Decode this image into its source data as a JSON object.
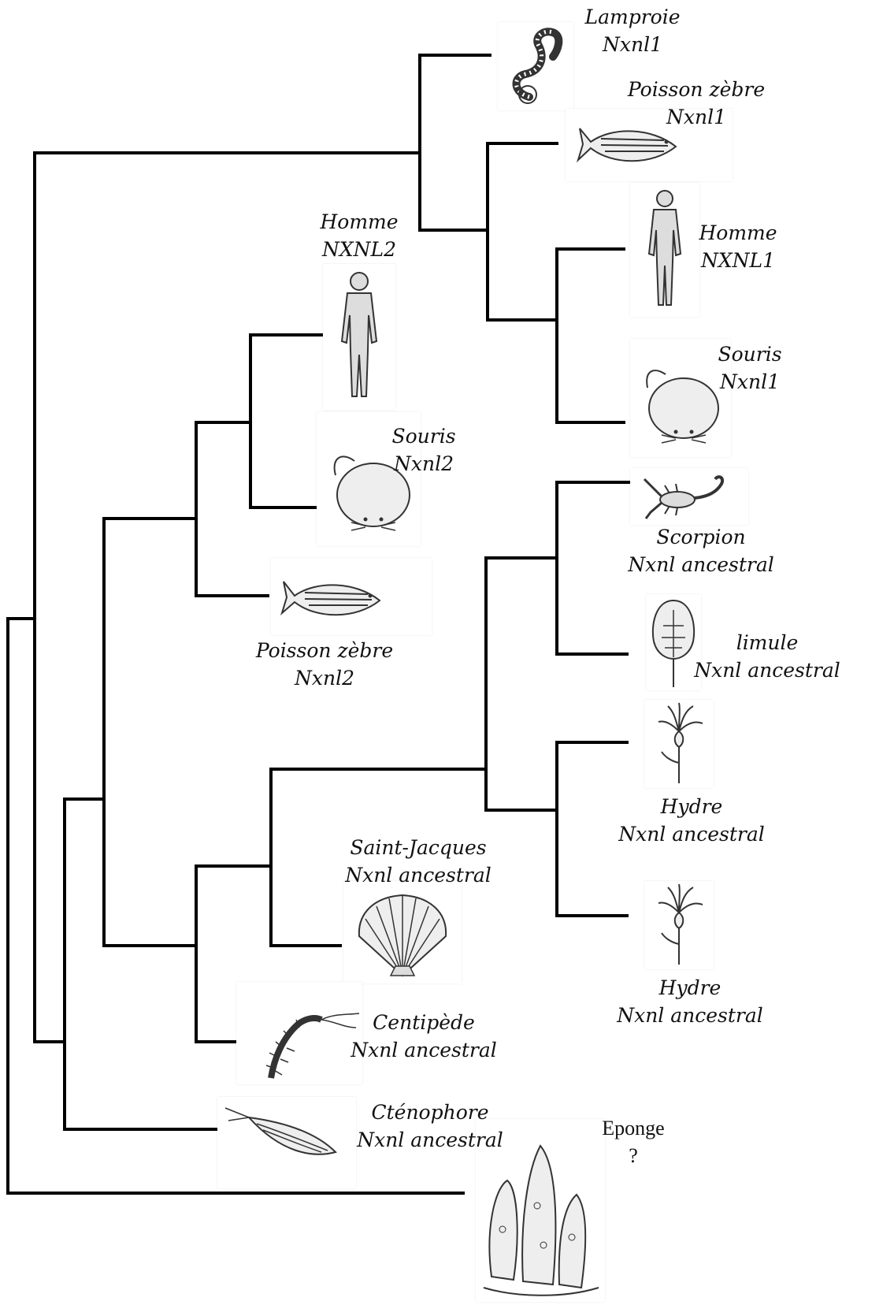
{
  "colors": {
    "line": "#000000",
    "text": "#111111",
    "drawing": "#333333"
  },
  "taxa": [
    {
      "id": "lamproie",
      "name": "Lamproie",
      "gene": "Nxnl1",
      "icon": "lamprey-icon"
    },
    {
      "id": "poisson-zebre-1",
      "name": "Poisson zèbre",
      "gene": "Nxnl1",
      "icon": "zebrafish-icon"
    },
    {
      "id": "homme-1",
      "name": "Homme",
      "gene": "NXNL1",
      "icon": "human-icon"
    },
    {
      "id": "souris-1",
      "name": "Souris",
      "gene": "Nxnl1",
      "icon": "mouse-icon"
    },
    {
      "id": "homme-2",
      "name": "Homme",
      "gene": "NXNL2",
      "icon": "human-icon"
    },
    {
      "id": "souris-2",
      "name": "Souris",
      "gene": "Nxnl2",
      "icon": "mouse-icon"
    },
    {
      "id": "poisson-zebre-2",
      "name": "Poisson zèbre",
      "gene": "Nxnl2",
      "icon": "zebrafish-icon"
    },
    {
      "id": "scorpion",
      "name": "Scorpion",
      "gene": "Nxnl ancestral",
      "icon": "scorpion-icon"
    },
    {
      "id": "limule",
      "name": "limule",
      "gene": "Nxnl ancestral",
      "icon": "horseshoe-crab-icon"
    },
    {
      "id": "hydre-1",
      "name": "Hydre",
      "gene": "Nxnl ancestral",
      "icon": "hydra-icon"
    },
    {
      "id": "hydre-2",
      "name": "Hydre",
      "gene": "Nxnl ancestral",
      "icon": "hydra-icon"
    },
    {
      "id": "saint-jacques",
      "name": "Saint-Jacques",
      "gene": "Nxnl ancestral",
      "icon": "scallop-icon"
    },
    {
      "id": "centipede",
      "name": "Centipède",
      "gene": "Nxnl ancestral",
      "icon": "centipede-icon"
    },
    {
      "id": "ctenophore",
      "name": "Cténophore",
      "gene": "Nxnl ancestral",
      "icon": "ctenophore-icon"
    },
    {
      "id": "eponge",
      "name": "Eponge",
      "gene": "?",
      "icon": "sponge-icon"
    }
  ]
}
